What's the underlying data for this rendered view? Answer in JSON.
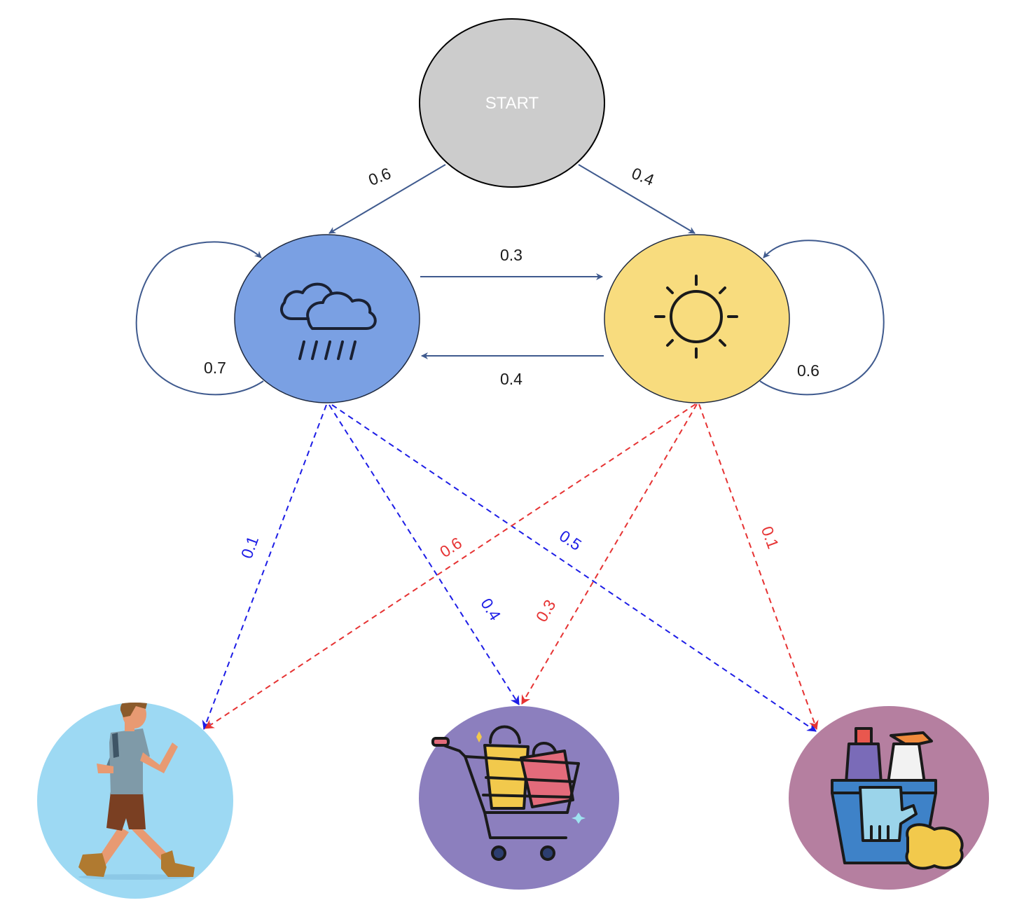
{
  "nodes": {
    "start": {
      "label": "START",
      "color": "#cccccc",
      "icon": "none"
    },
    "rainy": {
      "label": "",
      "color": "#7aa0e3",
      "icon": "rain-cloud-icon"
    },
    "sunny": {
      "label": "",
      "color": "#f8dc7e",
      "icon": "sun-icon"
    },
    "walk": {
      "label": "",
      "color": "#9dd9f3",
      "icon": "walking-person-icon"
    },
    "shop": {
      "label": "",
      "color": "#8c7fbe",
      "icon": "shopping-cart-icon"
    },
    "clean": {
      "label": "",
      "color": "#b57fa0",
      "icon": "cleaning-supplies-icon"
    }
  },
  "colors": {
    "transition_edge": "#3f5a8e",
    "rainy_emission": "#1d1de6",
    "sunny_emission": "#e63333"
  },
  "transitions": {
    "start_to_rainy": "0.6",
    "start_to_sunny": "0.4",
    "rainy_to_rainy": "0.7",
    "rainy_to_sunny": "0.3",
    "sunny_to_rainy": "0.4",
    "sunny_to_sunny": "0.6"
  },
  "emissions": {
    "rainy_to_walk": "0.1",
    "rainy_to_shop": "0.4",
    "rainy_to_clean": "0.5",
    "sunny_to_walk": "0.6",
    "sunny_to_shop": "0.3",
    "sunny_to_clean": "0.1"
  }
}
